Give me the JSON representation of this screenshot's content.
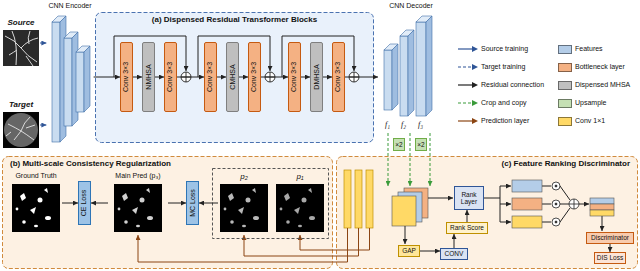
{
  "diagram": {
    "nodes": [
      {
        "text": [
          "Source"
        ]
      },
      {
        "text": [
          "Target"
        ]
      },
      {
        "text": [
          "CNN Encoder"
        ]
      },
      {
        "text": [
          "(a) Dispensed Residual Transformer Blocks"
        ]
      },
      {
        "text": [
          "Conv 3×3"
        ],
        "in": 3
      },
      {
        "text": [
          "NMHSA"
        ],
        "in": 3
      },
      {
        "text": [
          "Conv 3×3"
        ],
        "in": 3
      },
      {
        "text": [
          "Conv 3×3"
        ],
        "in": 3
      },
      {
        "text": [
          "CMHSA"
        ],
        "in": 3
      },
      {
        "text": [
          "Conv 3×3"
        ],
        "in": 3
      },
      {
        "text": [
          "Conv 3×3"
        ],
        "in": 3
      },
      {
        "text": [
          "DMHSA"
        ],
        "in": 3
      },
      {
        "text": [
          "Conv 3×3"
        ],
        "in": 3
      },
      {
        "text": [
          "CNN Decoder"
        ]
      },
      {
        "text": [
          "×2"
        ]
      },
      {
        "text": [
          "×2"
        ]
      },
      {
        "text": [
          "(b) Multi-scale Consistency Regularization"
        ]
      },
      {
        "text": [
          "Ground Truth"
        ],
        "in": 16
      },
      {
        "text": [
          "CE Loss"
        ],
        "in": 16
      },
      {
        "text": [
          "Main Pred (p₃)"
        ],
        "in": 16
      },
      {
        "text": [
          "MC Loss"
        ],
        "in": 16
      },
      {
        "text": [
          "p₂"
        ],
        "in": 16
      },
      {
        "text": [
          "p₁"
        ],
        "in": 16
      },
      {
        "text": [
          "(c) Feature Ranking Discriminator"
        ]
      },
      {
        "text": [
          "GAP"
        ],
        "in": 23
      },
      {
        "text": [
          "CONV"
        ],
        "in": 23
      },
      {
        "text": [
          "Rank Score"
        ],
        "in": 23
      },
      {
        "text": [
          "Rank Layer"
        ],
        "in": 23
      },
      {
        "text": [
          "Discriminator"
        ],
        "in": 23
      },
      {
        "text": [
          "DIS Loss"
        ],
        "in": 23
      }
    ],
    "edges": [
      {
        "from": 0,
        "to": 2,
        "arrow": "to"
      },
      {
        "from": 1,
        "to": 2,
        "arrow": "to"
      },
      {
        "from": 2,
        "to": 4,
        "arrow": "to"
      },
      {
        "from": 4,
        "to": 5,
        "arrow": "to"
      },
      {
        "from": 5,
        "to": 6,
        "arrow": "to"
      },
      {
        "from": 6,
        "to": 7,
        "arrow": "to"
      },
      {
        "from": 7,
        "to": 8,
        "arrow": "to"
      },
      {
        "from": 8,
        "to": 9,
        "arrow": "to"
      },
      {
        "from": 9,
        "to": 10,
        "arrow": "to"
      },
      {
        "from": 10,
        "to": 11,
        "arrow": "to"
      },
      {
        "from": 11,
        "to": 12,
        "arrow": "to"
      },
      {
        "from": 12,
        "to": 13,
        "arrow": "to"
      },
      {
        "from": 17,
        "to": 18,
        "arrow": "to"
      },
      {
        "from": 19,
        "to": 18,
        "arrow": "to"
      },
      {
        "from": 19,
        "to": 20,
        "arrow": "to"
      },
      {
        "from": 21,
        "to": 20,
        "arrow": "to"
      },
      {
        "from": 24,
        "to": 25,
        "arrow": "to"
      },
      {
        "from": 25,
        "to": 26,
        "arrow": "to"
      },
      {
        "from": 26,
        "to": 27,
        "arrow": "to"
      },
      {
        "from": 28,
        "to": 29,
        "arrow": "to"
      }
    ],
    "labels": [
      "f₁",
      "f₂",
      "f₃"
    ],
    "legend": [
      {
        "text": "Source training"
      },
      {
        "text": "Features",
        "color": "#b4cde8"
      },
      {
        "text": "Target training"
      },
      {
        "text": "Bottleneck layer",
        "color": "#f4b183"
      },
      {
        "text": "Residual connection"
      },
      {
        "text": "Dispensed MHSA",
        "color": "#bfbfbf"
      },
      {
        "text": "Crop and copy"
      },
      {
        "text": "Upsample",
        "color": "#c5e0b4"
      },
      {
        "text": "Prediction layer"
      },
      {
        "text": "Conv 1×1",
        "color": "#ffd966"
      }
    ]
  }
}
